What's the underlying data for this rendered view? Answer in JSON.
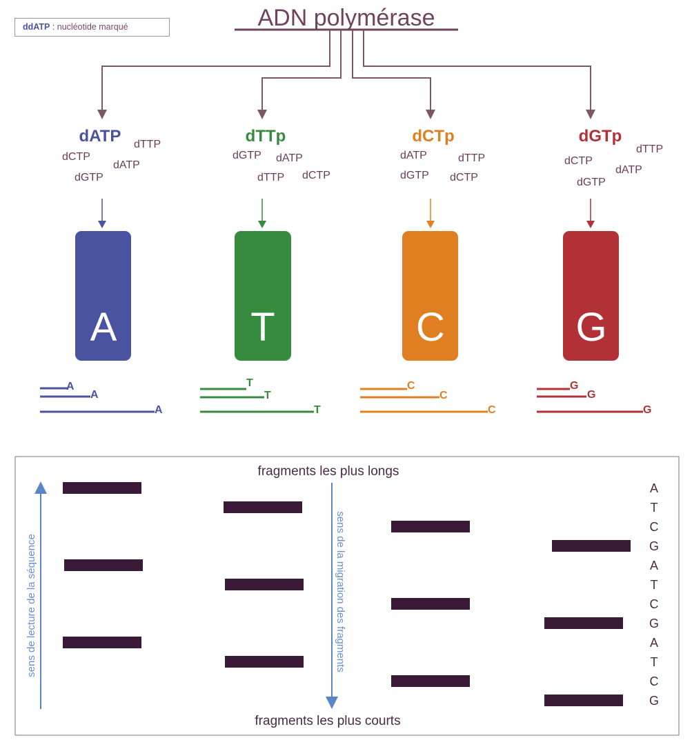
{
  "legend": {
    "prefix": "ddATP",
    "text": " : nucléotide marqué"
  },
  "title": "ADN polymérase",
  "colors": {
    "heading": "#6e4360",
    "arrow": "#7d5769",
    "mix": "#6a3d5c",
    "band": "#3b1a37",
    "gel_arrow": "#5a85c8",
    "gel_label": "#6a8fcf",
    "text_dark": "#4a2a45"
  },
  "lanes": [
    {
      "id": "a",
      "label": "dATP",
      "color": "#4a53a0",
      "letter": "A",
      "mix": [
        "dCTP",
        "dTTP",
        "dATP",
        "dGTP"
      ],
      "fragment_label": "A"
    },
    {
      "id": "t",
      "label": "dTTp",
      "color": "#368b3e",
      "letter": "T",
      "mix": [
        "dGTP",
        "dATP",
        "dTTP",
        "dCTP"
      ],
      "fragment_label": "T"
    },
    {
      "id": "c",
      "label": "dCTp",
      "color": "#e07f22",
      "letter": "C",
      "mix": [
        "dATP",
        "dTTP",
        "dGTP",
        "dCTP"
      ],
      "fragment_label": "C"
    },
    {
      "id": "g",
      "label": "dGTp",
      "color": "#b23136",
      "letter": "G",
      "mix": [
        "dCTP",
        "dTTP",
        "dATP",
        "dGTP"
      ],
      "fragment_label": "G"
    }
  ],
  "gel": {
    "top_label": "fragments les plus longs",
    "bottom_label": "fragments les plus courts",
    "left_label": "sens de lecture de la séquence",
    "middle_label": "sens de la migration des fragments",
    "sequence": [
      "A",
      "T",
      "C",
      "G",
      "A",
      "T",
      "C",
      "G",
      "A",
      "T",
      "C",
      "G"
    ]
  }
}
